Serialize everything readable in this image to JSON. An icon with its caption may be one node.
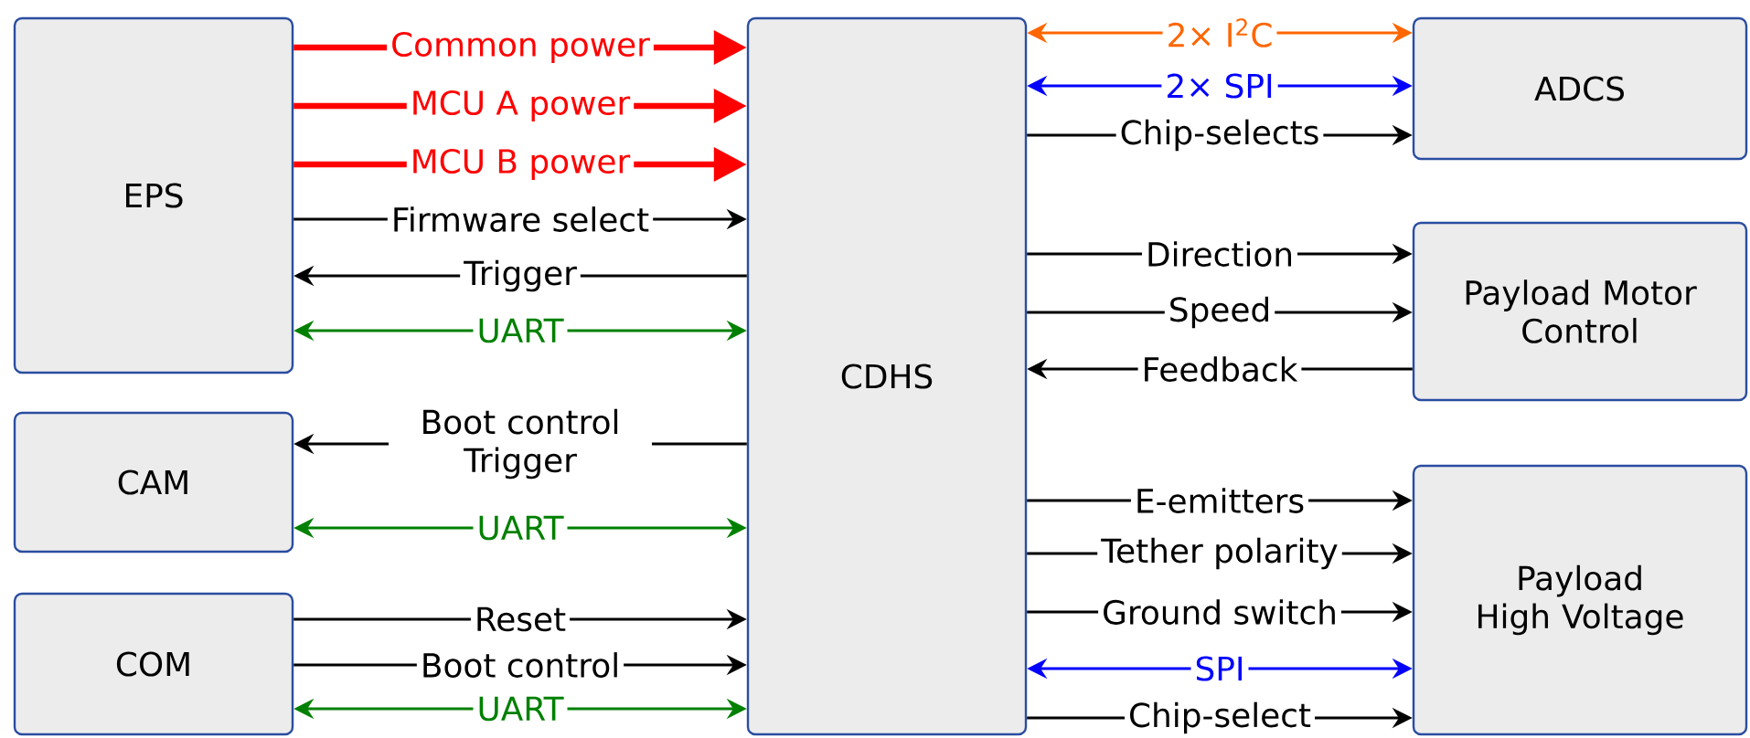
{
  "diagram": {
    "nodes": [
      {
        "text": [
          "EPS"
        ]
      },
      {
        "text": [
          "CAM"
        ]
      },
      {
        "text": [
          "COM"
        ]
      },
      {
        "text": [
          "CDHS"
        ]
      },
      {
        "text": [
          "ADCS"
        ]
      },
      {
        "text": [
          "Payload Motor Control"
        ]
      },
      {
        "text": [
          "Payload High Voltage"
        ]
      }
    ],
    "edges": [
      {
        "from": 0,
        "to": 3,
        "arrow": "to",
        "label": "Common power",
        "style": "thick",
        "color": "#ff0000"
      },
      {
        "from": 0,
        "to": 3,
        "arrow": "to",
        "label": "MCU A power",
        "style": "thick",
        "color": "#ff0000"
      },
      {
        "from": 0,
        "to": 3,
        "arrow": "to",
        "label": "MCU B power",
        "style": "thick",
        "color": "#ff0000"
      },
      {
        "from": 0,
        "to": 3,
        "arrow": "to",
        "label": "Firmware select"
      },
      {
        "from": 3,
        "to": 0,
        "arrow": "to",
        "label": "Trigger"
      },
      {
        "from": 0,
        "to": 3,
        "arrow": "both",
        "label": "UART",
        "color": "#008000"
      },
      {
        "from": 3,
        "to": 1,
        "arrow": "to",
        "label": "Boot control Trigger"
      },
      {
        "from": 1,
        "to": 3,
        "arrow": "both",
        "label": "UART",
        "color": "#008000"
      },
      {
        "from": 2,
        "to": 3,
        "arrow": "to",
        "label": "Reset"
      },
      {
        "from": 2,
        "to": 3,
        "arrow": "to",
        "label": "Boot control"
      },
      {
        "from": 2,
        "to": 3,
        "arrow": "both",
        "label": "UART",
        "color": "#008000"
      },
      {
        "from": 3,
        "to": 4,
        "arrow": "both",
        "label": "2× I$^{2}$C",
        "color": "#ff6600"
      },
      {
        "from": 3,
        "to": 4,
        "arrow": "both",
        "label": "2× SPI",
        "color": "#0000ff"
      },
      {
        "from": 3,
        "to": 4,
        "arrow": "to",
        "label": "Chip-selects"
      },
      {
        "from": 3,
        "to": 5,
        "arrow": "to",
        "label": "Direction"
      },
      {
        "from": 3,
        "to": 5,
        "arrow": "to",
        "label": "Speed"
      },
      {
        "from": 5,
        "to": 3,
        "arrow": "to",
        "label": "Feedback"
      },
      {
        "from": 3,
        "to": 6,
        "arrow": "to",
        "label": "E-emitters"
      },
      {
        "from": 3,
        "to": 6,
        "arrow": "to",
        "label": "Tether polarity"
      },
      {
        "from": 3,
        "to": 6,
        "arrow": "to",
        "label": "Ground switch"
      },
      {
        "from": 3,
        "to": 6,
        "arrow": "both",
        "label": "SPI",
        "color": "#0000ff"
      },
      {
        "from": 3,
        "to": 6,
        "arrow": "to",
        "label": "Chip-select"
      }
    ]
  }
}
